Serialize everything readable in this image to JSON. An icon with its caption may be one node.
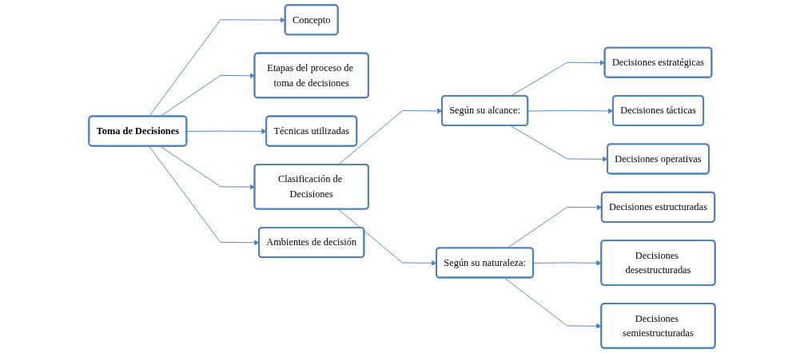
{
  "diagram": {
    "nodes": [
      {
        "text": [
          "Toma de Decisiones"
        ]
      },
      {
        "text": [
          "Concepto"
        ]
      },
      {
        "text": [
          "Etapas del proceso de toma de decisiones"
        ]
      },
      {
        "text": [
          "Técnicas utilizadas"
        ]
      },
      {
        "text": [
          "Clasificación de Decisiones"
        ]
      },
      {
        "text": [
          "Ambientes de decisión"
        ]
      },
      {
        "text": [
          "Según su alcance:"
        ]
      },
      {
        "text": [
          "Según su naturaleza:"
        ]
      },
      {
        "text": [
          "Decisiones estratégicas"
        ]
      },
      {
        "text": [
          "Decisiones tácticas"
        ]
      },
      {
        "text": [
          "Decisiones operativas"
        ]
      },
      {
        "text": [
          "Decisiones estructuradas"
        ]
      },
      {
        "text": [
          "Decisiones desestructuradas"
        ]
      },
      {
        "text": [
          "Decisiones semiestructuradas"
        ]
      }
    ],
    "edges": [
      {
        "from": 0,
        "to": 1,
        "arrow": "to"
      },
      {
        "from": 0,
        "to": 2,
        "arrow": "to"
      },
      {
        "from": 0,
        "to": 3,
        "arrow": "to"
      },
      {
        "from": 0,
        "to": 4,
        "arrow": "to"
      },
      {
        "from": 0,
        "to": 5,
        "arrow": "to"
      },
      {
        "from": 4,
        "to": 6,
        "arrow": "to"
      },
      {
        "from": 4,
        "to": 7,
        "arrow": "to"
      },
      {
        "from": 6,
        "to": 8,
        "arrow": "to"
      },
      {
        "from": 6,
        "to": 9,
        "arrow": "to"
      },
      {
        "from": 6,
        "to": 10,
        "arrow": "to"
      },
      {
        "from": 7,
        "to": 11,
        "arrow": "to"
      },
      {
        "from": 7,
        "to": 12,
        "arrow": "to"
      },
      {
        "from": 7,
        "to": 13,
        "arrow": "to"
      }
    ]
  }
}
